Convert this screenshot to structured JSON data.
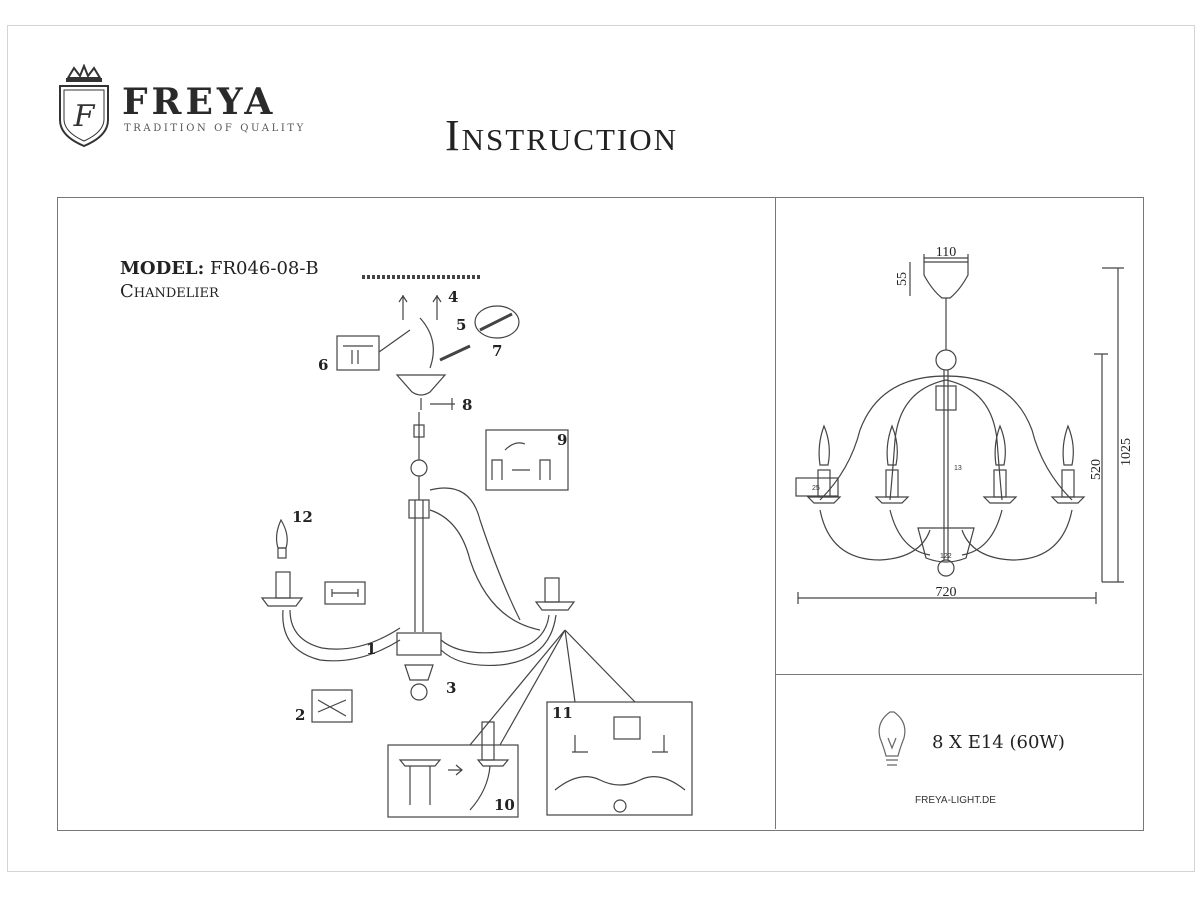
{
  "header": {
    "brand": "FREYA",
    "tagline": "TRADITION OF QUALITY",
    "logo_letter": "F",
    "title": "Instruction"
  },
  "model": {
    "label": "MODEL:",
    "code": "FR046-08-B",
    "type": "Chandelier"
  },
  "steps": [
    "1",
    "2",
    "3",
    "4",
    "5",
    "6",
    "7",
    "8",
    "9",
    "10",
    "11",
    "12"
  ],
  "dimensions": {
    "canopy_width": "110",
    "canopy_height": "55",
    "overall_height": "1025",
    "body_height": "520",
    "width": "720",
    "rod": "13",
    "cup": "25",
    "bowl": "122"
  },
  "bulb": {
    "spec": "8 X E14 (60W)",
    "icon": "light-bulb-icon"
  },
  "website": "FREYA-LIGHT.DE"
}
